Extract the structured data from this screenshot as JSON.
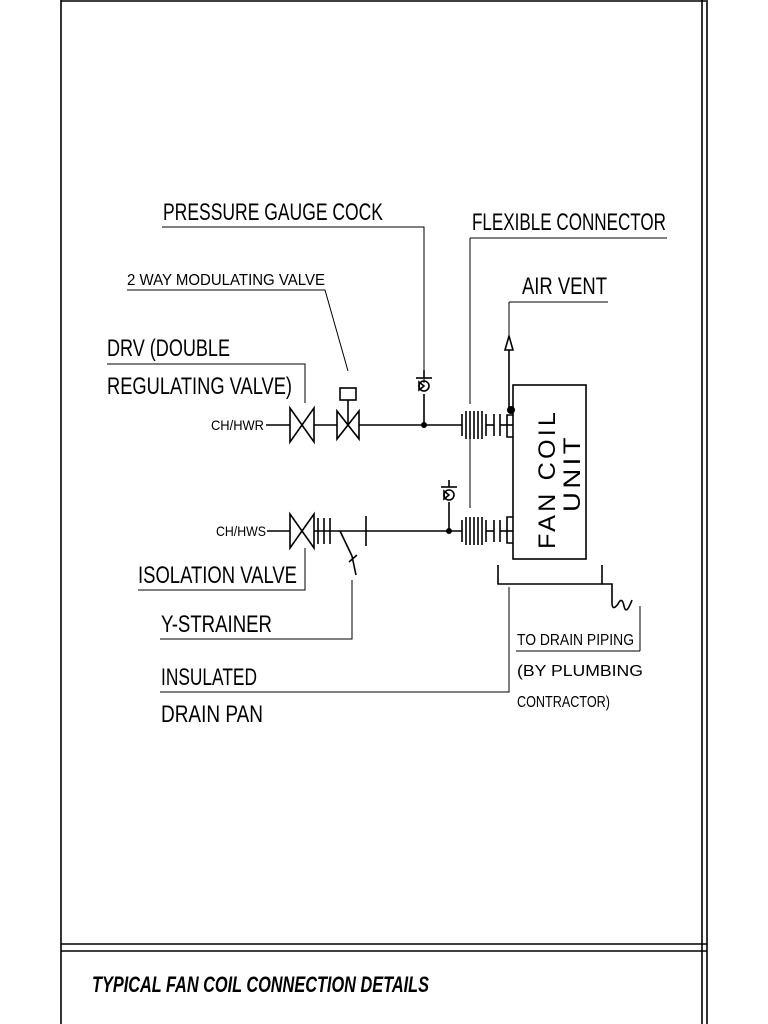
{
  "drawing": {
    "title": "TYPICAL FAN COIL CONNECTION DETAILS",
    "labels": {
      "pressure_gauge_cock": "PRESSURE GAUGE COCK",
      "flexible_connector": "FLEXIBLE CONNECTOR",
      "two_way_valve": "2 WAY MODULATING VALVE",
      "air_vent": "AIR VENT",
      "drv_line1": "DRV (DOUBLE",
      "drv_line2": "REGULATING VALVE)",
      "isolation_valve": "ISOLATION VALVE",
      "y_strainer": "Y-STRAINER",
      "insulated_line1": "INSULATED",
      "insulated_line2": "DRAIN PAN",
      "drain_line1": "TO DRAIN PIPING",
      "drain_line2": "(BY PLUMBING",
      "drain_line3": "CONTRACTOR)",
      "return_pipe": "CH/HWR",
      "supply_pipe": "CH/HWS",
      "unit_line1": "FAN COIL",
      "unit_line2": "UNIT"
    }
  }
}
